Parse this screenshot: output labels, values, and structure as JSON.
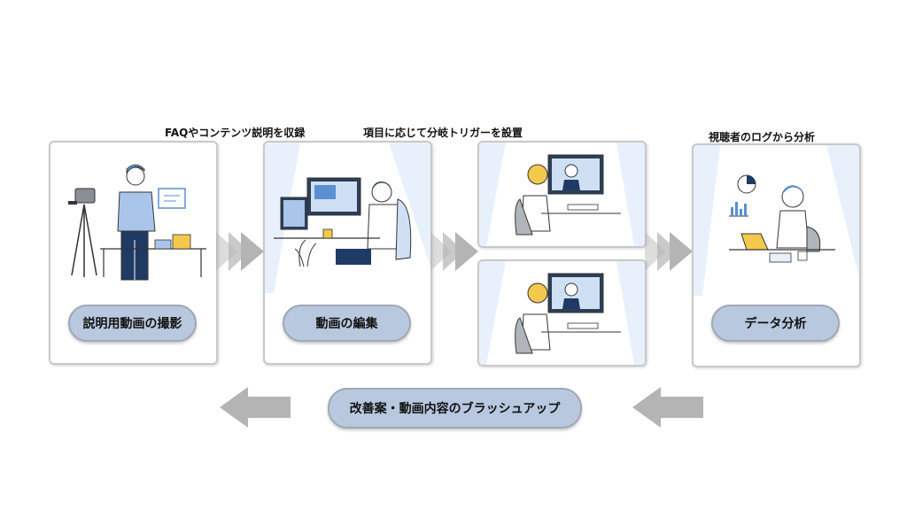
{
  "captions": {
    "record_note": "FAQやコンテンツ説明を収録",
    "branch_note": "項目に応じて分岐トリガーを設置",
    "analysis_note": "視聴者のログから分析"
  },
  "steps": {
    "shoot": "説明用動画の撮影",
    "edit": "動画の編集",
    "analyze": "データ分析"
  },
  "feedback": "改善案・動画内容のブラッシュアップ",
  "colors": {
    "pill_fill": "#b8c9df",
    "card_border": "#c9c9c9",
    "arrow_gray": "#b4b4b4",
    "accent_blue": "#5b8fd0",
    "accent_yellow": "#f2c94c"
  }
}
